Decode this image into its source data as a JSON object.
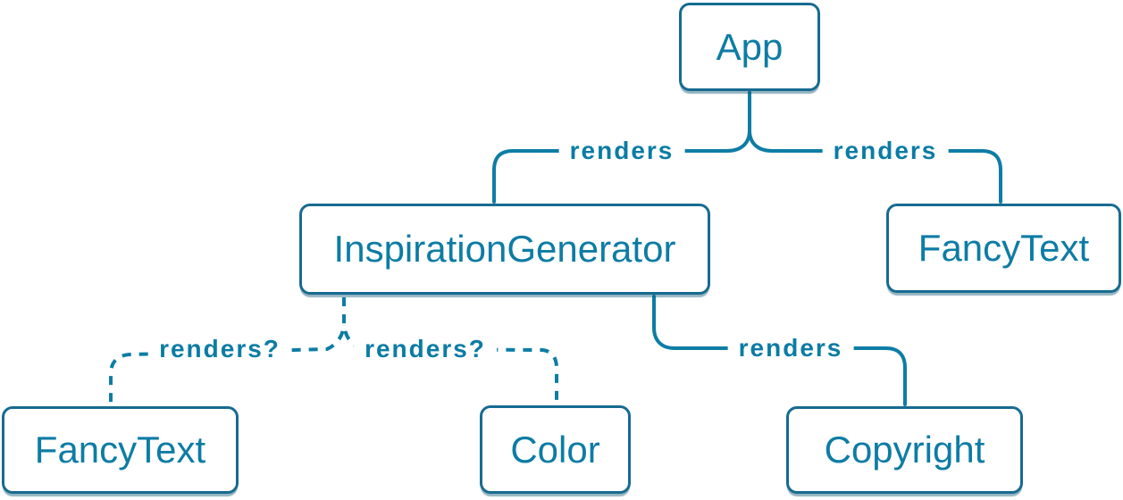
{
  "diagram": {
    "kind": "component-render-tree",
    "colors": {
      "node_text": "#0d7ca5",
      "node_border": "#176b90",
      "node_fill": "#ffffff",
      "edge_line": "#0d7da5",
      "edge_label": "#0b7ca4",
      "background": "#ffffff"
    },
    "nodes": [
      {
        "id": "app",
        "label": "App"
      },
      {
        "id": "inspiration-generator",
        "label": "InspirationGenerator"
      },
      {
        "id": "fancy-text-top",
        "label": "FancyText"
      },
      {
        "id": "fancy-text-bottom",
        "label": "FancyText"
      },
      {
        "id": "color",
        "label": "Color"
      },
      {
        "id": "copyright",
        "label": "Copyright"
      }
    ],
    "edges": [
      {
        "from": "App",
        "to": "InspirationGenerator",
        "label": "renders",
        "style": "solid"
      },
      {
        "from": "App",
        "to": "FancyText",
        "label": "renders",
        "style": "solid"
      },
      {
        "from": "InspirationGenerator",
        "to": "FancyText",
        "label": "renders?",
        "style": "dashed"
      },
      {
        "from": "InspirationGenerator",
        "to": "Color",
        "label": "renders?",
        "style": "dashed"
      },
      {
        "from": "InspirationGenerator",
        "to": "Copyright",
        "label": "renders",
        "style": "solid"
      }
    ]
  }
}
